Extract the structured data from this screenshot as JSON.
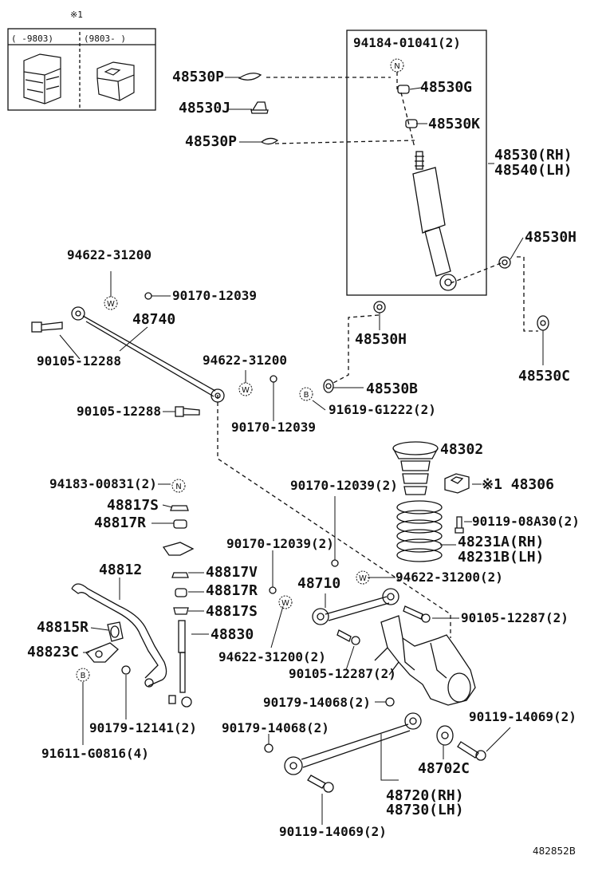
{
  "inset": {
    "note_mark": "※1",
    "col_left": "(    -9803)",
    "col_right": "(9803-    )"
  },
  "callouts": {
    "N": "N",
    "W": "W",
    "B": "B"
  },
  "labels": {
    "p94184": "94184-01041(2)",
    "p48530P_top": "48530P",
    "p48530G": "48530G",
    "p48530J": "48530J",
    "p48530K": "48530K",
    "p48530P_bot": "48530P",
    "p48530RH": "48530(RH)",
    "p48540LH": "48540(LH)",
    "p48530H_right": "48530H",
    "p48530H_left": "48530H",
    "p48530C": "48530C",
    "p48530B": "48530B",
    "p94622_a": "94622-31200",
    "p90170_a": "90170-12039",
    "p48740": "48740",
    "p90105_a": "90105-12288",
    "p94622_b": "94622-31200",
    "p90105_b": "90105-12288",
    "p90170_b": "90170-12039",
    "p91619": "91619-G1222(2)",
    "p48302": "48302",
    "p48306": "※1 48306",
    "p94183": "94183-00831(2)",
    "p48817S_a": "48817S",
    "p48817R_a": "48817R",
    "p90170_c": "90170-12039(2)",
    "p90119_08": "90119-08A30(2)",
    "p48231A": "48231A(RH)",
    "p48231B": "48231B(LH)",
    "p90170_d": "90170-12039(2)",
    "p48710": "48710",
    "p94622_c": "94622-31200(2)",
    "p48812": "48812",
    "p48817V": "48817V",
    "p48817R_b": "48817R",
    "p48817S_b": "48817S",
    "p48815R": "48815R",
    "p48830": "48830",
    "p90105_c": "90105-12287(2)",
    "p48823C": "48823C",
    "p94622_d": "94622-31200(2)",
    "p90105_d": "90105-12287(2)",
    "p90179_a": "90179-14068(2)",
    "p90179_12141": "90179-12141(2)",
    "p90179_b": "90179-14068(2)",
    "p90119_14069_a": "90119-14069(2)",
    "p91611": "91611-G0816(4)",
    "p48702C": "48702C",
    "p48720RH": "48720(RH)",
    "p48730LH": "48730(LH)",
    "p90119_14069_b": "90119-14069(2)"
  },
  "footer": {
    "code": "482852B"
  }
}
